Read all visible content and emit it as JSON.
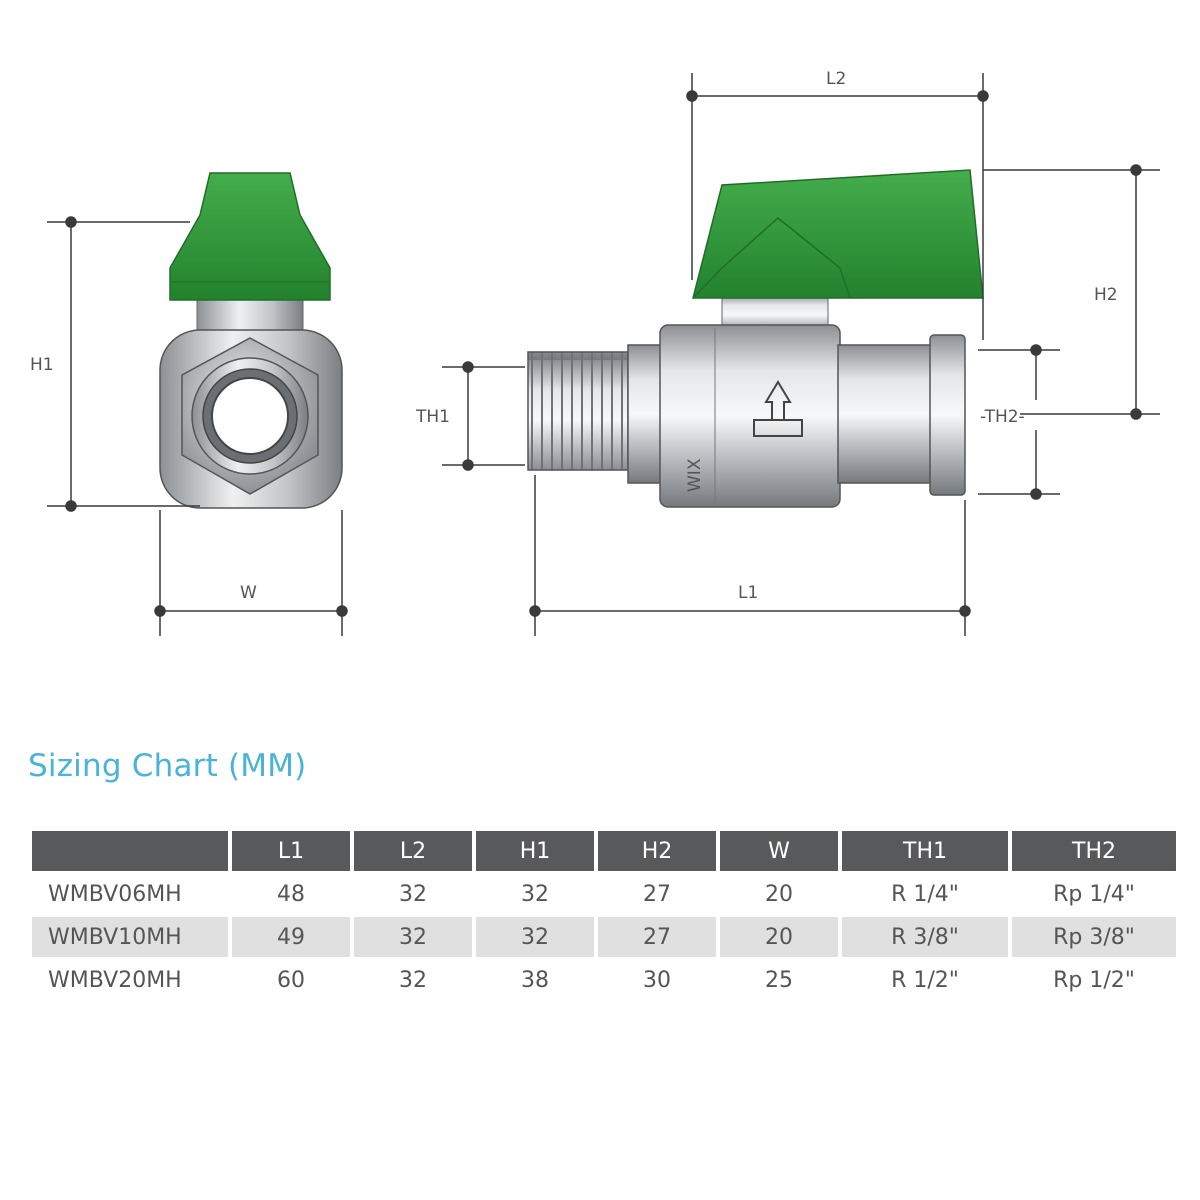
{
  "diagram": {
    "dimension_labels": {
      "h1": "H1",
      "w": "W",
      "l1": "L1",
      "l2": "L2",
      "h2": "H2",
      "th1": "TH1",
      "th2": "-TH2-"
    },
    "body_mark": "WIX",
    "colors": {
      "handle": "#2e9a3a",
      "metal": "#b9bcbf",
      "line": "#3a3a3a"
    },
    "icons": [
      "front-view-valve-icon",
      "side-view-valve-icon"
    ]
  },
  "sizing_chart": {
    "title": "Sizing Chart (MM)",
    "columns": [
      "",
      "L1",
      "L2",
      "H1",
      "H2",
      "W",
      "TH1",
      "TH2"
    ],
    "rows": [
      [
        "WMBV06MH",
        "48",
        "32",
        "32",
        "27",
        "20",
        "R 1/4\"",
        "Rp 1/4\""
      ],
      [
        "WMBV10MH",
        "49",
        "32",
        "32",
        "27",
        "20",
        "R 3/8\"",
        "Rp 3/8\""
      ],
      [
        "WMBV20MH",
        "60",
        "32",
        "38",
        "30",
        "25",
        "R 1/2\"",
        "Rp 1/2\""
      ]
    ],
    "colors": {
      "header_bg": "#58595b",
      "stripe_bg": "#e1e0e0",
      "title": "#4bb3d6"
    }
  }
}
